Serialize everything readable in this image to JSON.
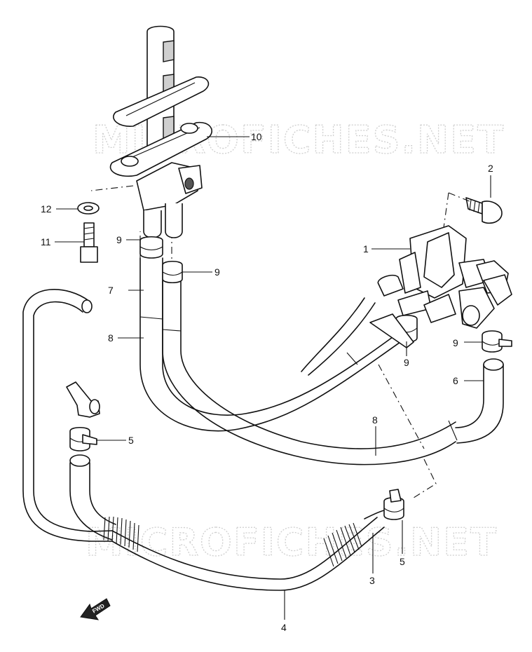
{
  "watermarks": [
    "MICROFICHES.NET",
    "MICROFICHES.NET"
  ],
  "fwd_label": "FWD",
  "callouts": {
    "c1": "1",
    "c2": "2",
    "c3": "3",
    "c4": "4",
    "c5a": "5",
    "c5b": "5",
    "c6": "6",
    "c7": "7",
    "c8a": "8",
    "c8b": "8",
    "c9a": "9",
    "c9b": "9",
    "c9c": "9",
    "c9d": "9",
    "c10": "10",
    "c11": "11",
    "c12": "12"
  }
}
